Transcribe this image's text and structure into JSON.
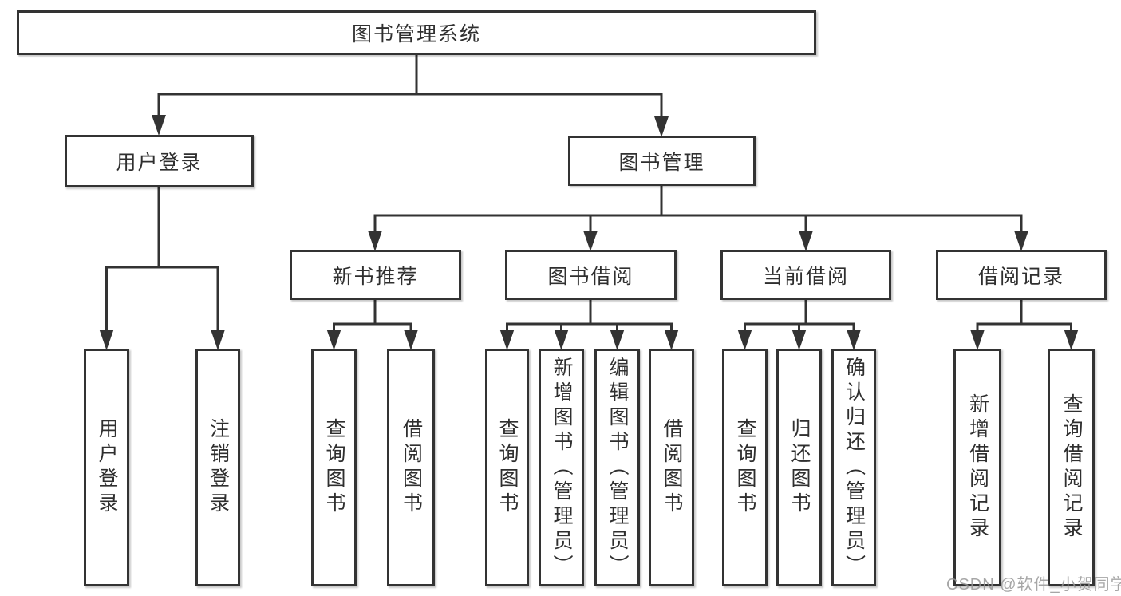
{
  "diagram": {
    "tree": {
      "label": "图书管理系统",
      "children": [
        {
          "label": "用户登录",
          "children": [
            {
              "label": "用户登录"
            },
            {
              "label": "注销登录"
            }
          ]
        },
        {
          "label": "图书管理",
          "children": [
            {
              "label": "新书推荐",
              "children": [
                {
                  "label": "查询图书"
                },
                {
                  "label": "借阅图书"
                }
              ]
            },
            {
              "label": "图书借阅",
              "children": [
                {
                  "label": "查询图书"
                },
                {
                  "label": "新增图书（管理员）"
                },
                {
                  "label": "编辑图书（管理员）"
                },
                {
                  "label": "借阅图书"
                }
              ]
            },
            {
              "label": "当前借阅",
              "children": [
                {
                  "label": "查询图书"
                },
                {
                  "label": "归还图书"
                },
                {
                  "label": "确认归还（管理员）"
                }
              ]
            },
            {
              "label": "借阅记录",
              "children": [
                {
                  "label": "新增借阅记录"
                },
                {
                  "label": "查询借阅记录"
                }
              ]
            }
          ]
        }
      ]
    },
    "colors": {
      "line": "#333333",
      "box_border": "#333333",
      "box_fill": "#ffffff",
      "text": "#2f2f2f",
      "watermark": "#a8a8a8"
    }
  },
  "watermark": {
    "text": "CSDN @软件_小贺同学"
  }
}
